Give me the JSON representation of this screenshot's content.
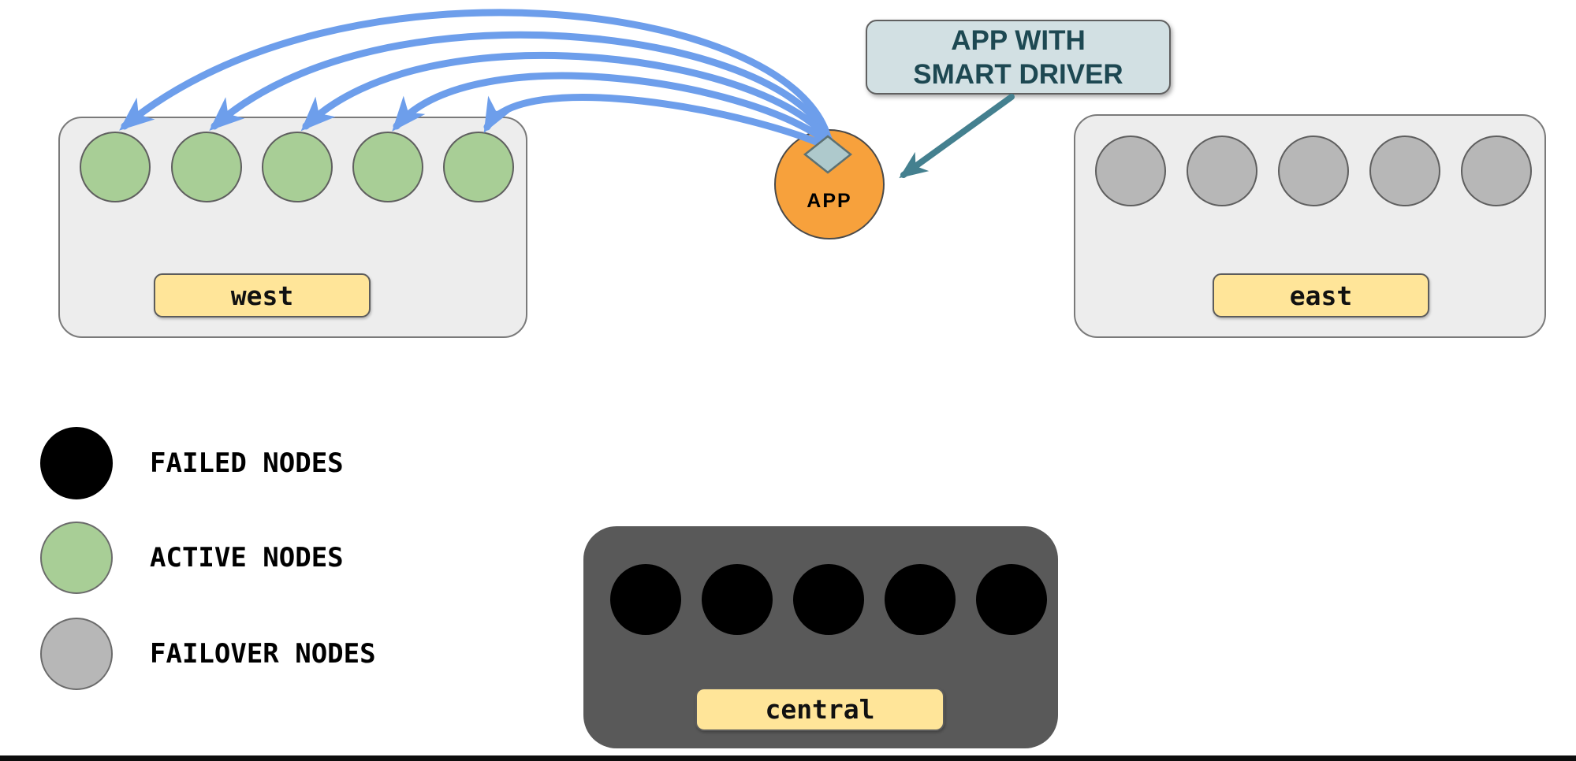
{
  "callout": {
    "line1": "APP WITH",
    "line2": "SMART DRIVER"
  },
  "app_node": {
    "label": "APP"
  },
  "regions": {
    "west": {
      "label": "west",
      "node_type": "active",
      "node_count": 5
    },
    "east": {
      "label": "east",
      "node_type": "failover",
      "node_count": 5
    },
    "central": {
      "label": "central",
      "node_type": "failed",
      "node_count": 5
    }
  },
  "legend": {
    "items": [
      {
        "label": "FAILED NODES",
        "color": "#000000"
      },
      {
        "label": "ACTIVE NODES",
        "color": "#a8ce96"
      },
      {
        "label": "FAILOVER NODES",
        "color": "#b7b7b7"
      }
    ]
  },
  "connections": {
    "from": "APP",
    "to": "west active nodes",
    "count": 5
  },
  "colors": {
    "region_fill": "#ededed",
    "region_border": "#7a7a7a",
    "central_fill": "#595959",
    "active_node": "#a8ce96",
    "failover_node": "#b7b7b7",
    "failed_node": "#000000",
    "label_pill_fill": "#ffe599",
    "app_fill": "#f7a13c",
    "diamond_fill": "#aec9cc",
    "diamond_border": "#5d7173",
    "callout_fill": "#d2e0e3",
    "callout_text": "#1d4852",
    "smart_arrow": "#44808f",
    "connection_arrow": "#6d9eeb",
    "bottom_bar": "#0d0d0d"
  }
}
